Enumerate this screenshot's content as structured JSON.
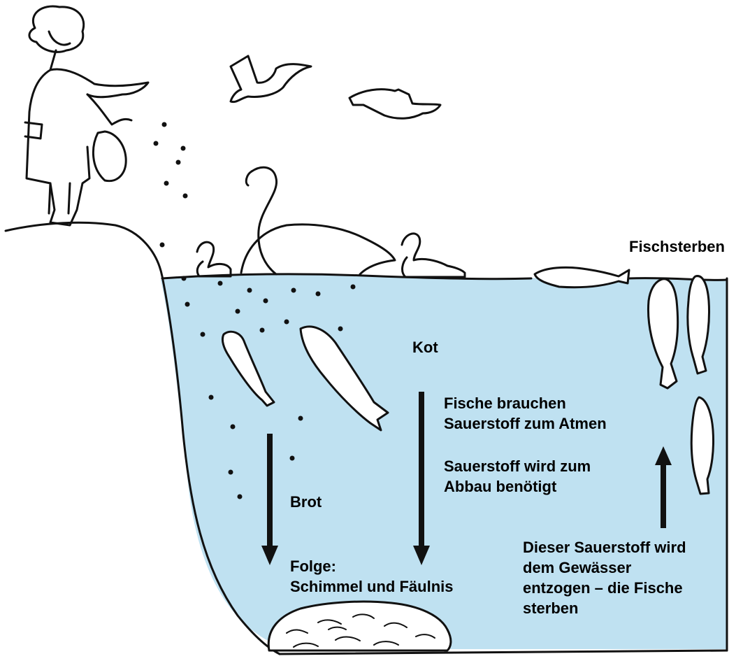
{
  "colors": {
    "water": "#bfe1f1",
    "ink": "#111111",
    "paper": "#ffffff"
  },
  "labels": {
    "fischsterben": "Fischsterben",
    "kot": "Kot",
    "fische_brauchen": [
      "Fische brauchen",
      "Sauerstoff zum Atmen"
    ],
    "sauerstoff_abbau": [
      "Sauerstoff wird zum",
      "Abbau benötigt"
    ],
    "brot": "Brot",
    "folge": [
      "Folge:",
      "Schimmel und Fäulnis"
    ],
    "entzogen": [
      "Dieser Sauerstoff wird",
      "dem Gewässer",
      "entzogen – die Fische",
      "sterben"
    ]
  }
}
